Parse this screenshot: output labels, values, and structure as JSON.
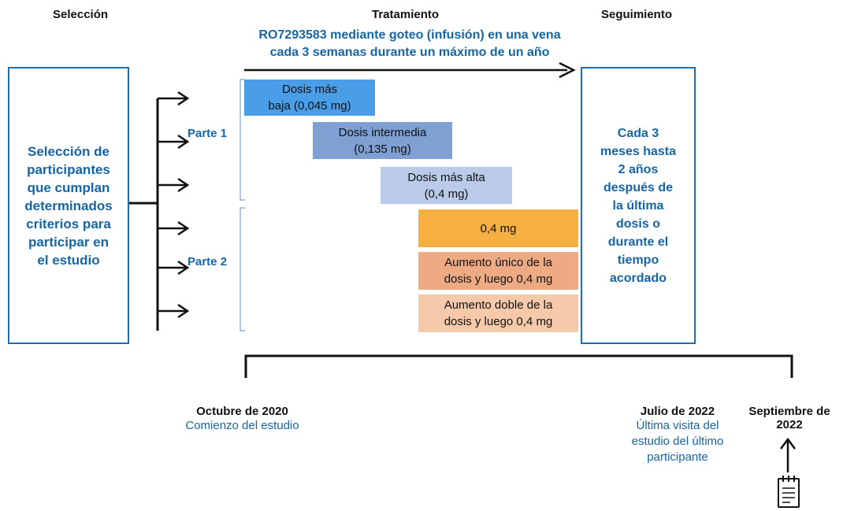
{
  "headers": {
    "selection": "Selección",
    "treatment": "Tratamiento",
    "followup": "Seguimiento"
  },
  "treatment_description": {
    "line1": "RO7293583 mediante goteo (infusión) en una vena",
    "line2": "cada 3 semanas durante un máximo de un año"
  },
  "selection_box": {
    "lines": [
      "Selección de",
      "participantes",
      "que cumplan",
      "determinados",
      "criterios para",
      "participar en",
      "el estudio"
    ]
  },
  "parts": {
    "part1": "Parte 1",
    "part2": "Parte 2"
  },
  "doses": [
    {
      "line1": "Dosis más",
      "line2": "baja (0,045 mg)",
      "color": "#4a9ee8"
    },
    {
      "line1": "Dosis intermedia",
      "line2": "(0,135 mg)",
      "color": "#7fa0d2"
    },
    {
      "line1": "Dosis más alta",
      "line2": "(0,4 mg)",
      "color": "#b9cbe8"
    },
    {
      "line1": "0,4 mg",
      "line2": "",
      "color": "#f5b041"
    },
    {
      "line1": "Aumento único de la",
      "line2": "dosis y luego 0,4 mg",
      "color": "#eeaa82"
    },
    {
      "line1": "Aumento doble de la",
      "line2": "dosis y luego 0,4 mg",
      "color": "#f5c9aa"
    }
  ],
  "followup_box": {
    "lines": [
      "Cada 3",
      "meses hasta",
      "2 años",
      "después de",
      "la última",
      "dosis o",
      "durante el",
      "tiempo",
      "acordado"
    ]
  },
  "timeline": {
    "start_date": "Octubre de 2020",
    "start_note": "Comienzo del estudio",
    "last_visit_date": "Julio de 2022",
    "last_visit_note_lines": [
      "Última visita del",
      "estudio del último",
      "participante"
    ],
    "report_date_lines": [
      "Septiembre de",
      "2022"
    ]
  },
  "icons": [
    "arrow-right-icon",
    "arrow-up-icon",
    "clipboard-document-icon"
  ]
}
